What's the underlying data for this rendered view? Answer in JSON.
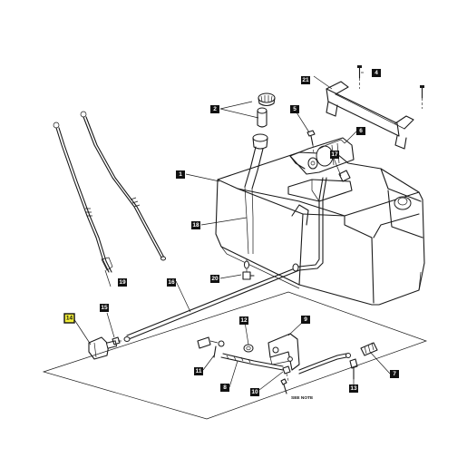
{
  "callouts": {
    "c1": "1",
    "c2": "2",
    "c4": "4",
    "c5": "5",
    "c6": "6",
    "c7": "7",
    "c8": "8",
    "c9": "9",
    "c10": "10",
    "c11": "11",
    "c12": "12",
    "c13": "13",
    "c14": "14",
    "c15": "15",
    "c16": "16",
    "c17": "17",
    "c18": "18",
    "c19": "19",
    "c20": "20",
    "c21": "21"
  },
  "note": "SEE NOTE",
  "highlight_color": "#f2ee3a"
}
